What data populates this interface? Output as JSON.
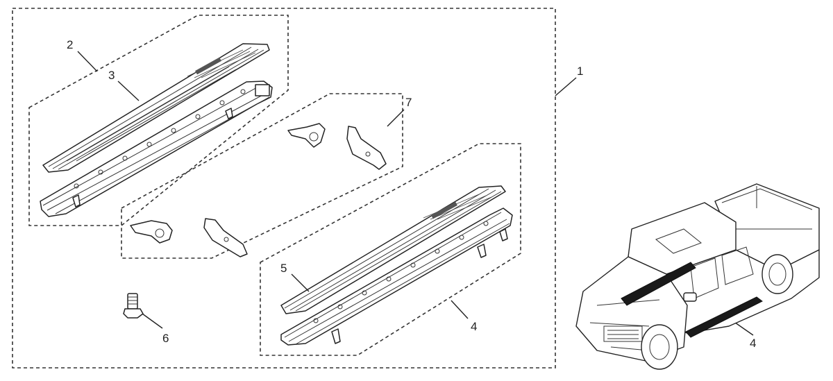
{
  "callouts": {
    "kit": "1",
    "step_trim_upper": "2",
    "step_trim_left": "3",
    "step_assembly": "4",
    "step_trim_right": "5",
    "bolt": "6",
    "brackets": "7",
    "vehicle_trim": "2",
    "vehicle_step": "4"
  }
}
